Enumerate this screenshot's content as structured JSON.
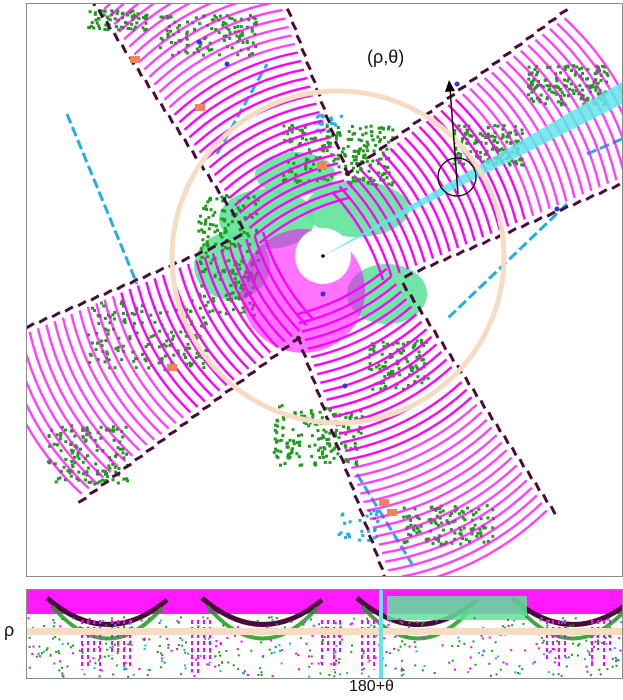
{
  "figure": {
    "polar_coordinate_label": "(ρ,θ)",
    "rho_axis_label": "ρ",
    "angle_axis_label": "180+θ"
  },
  "colors": {
    "road": "#ff00ff",
    "curb": "#4a0a3c",
    "vegetation": "#1f9a1f",
    "terrain": "#60e39a",
    "building": "#23aee3",
    "highlight_ray": "#5ee6ea",
    "car": "#f0845a",
    "pole": "#2a3ad6",
    "range_ring": "#f7dcc4",
    "marker": "#000000"
  }
}
